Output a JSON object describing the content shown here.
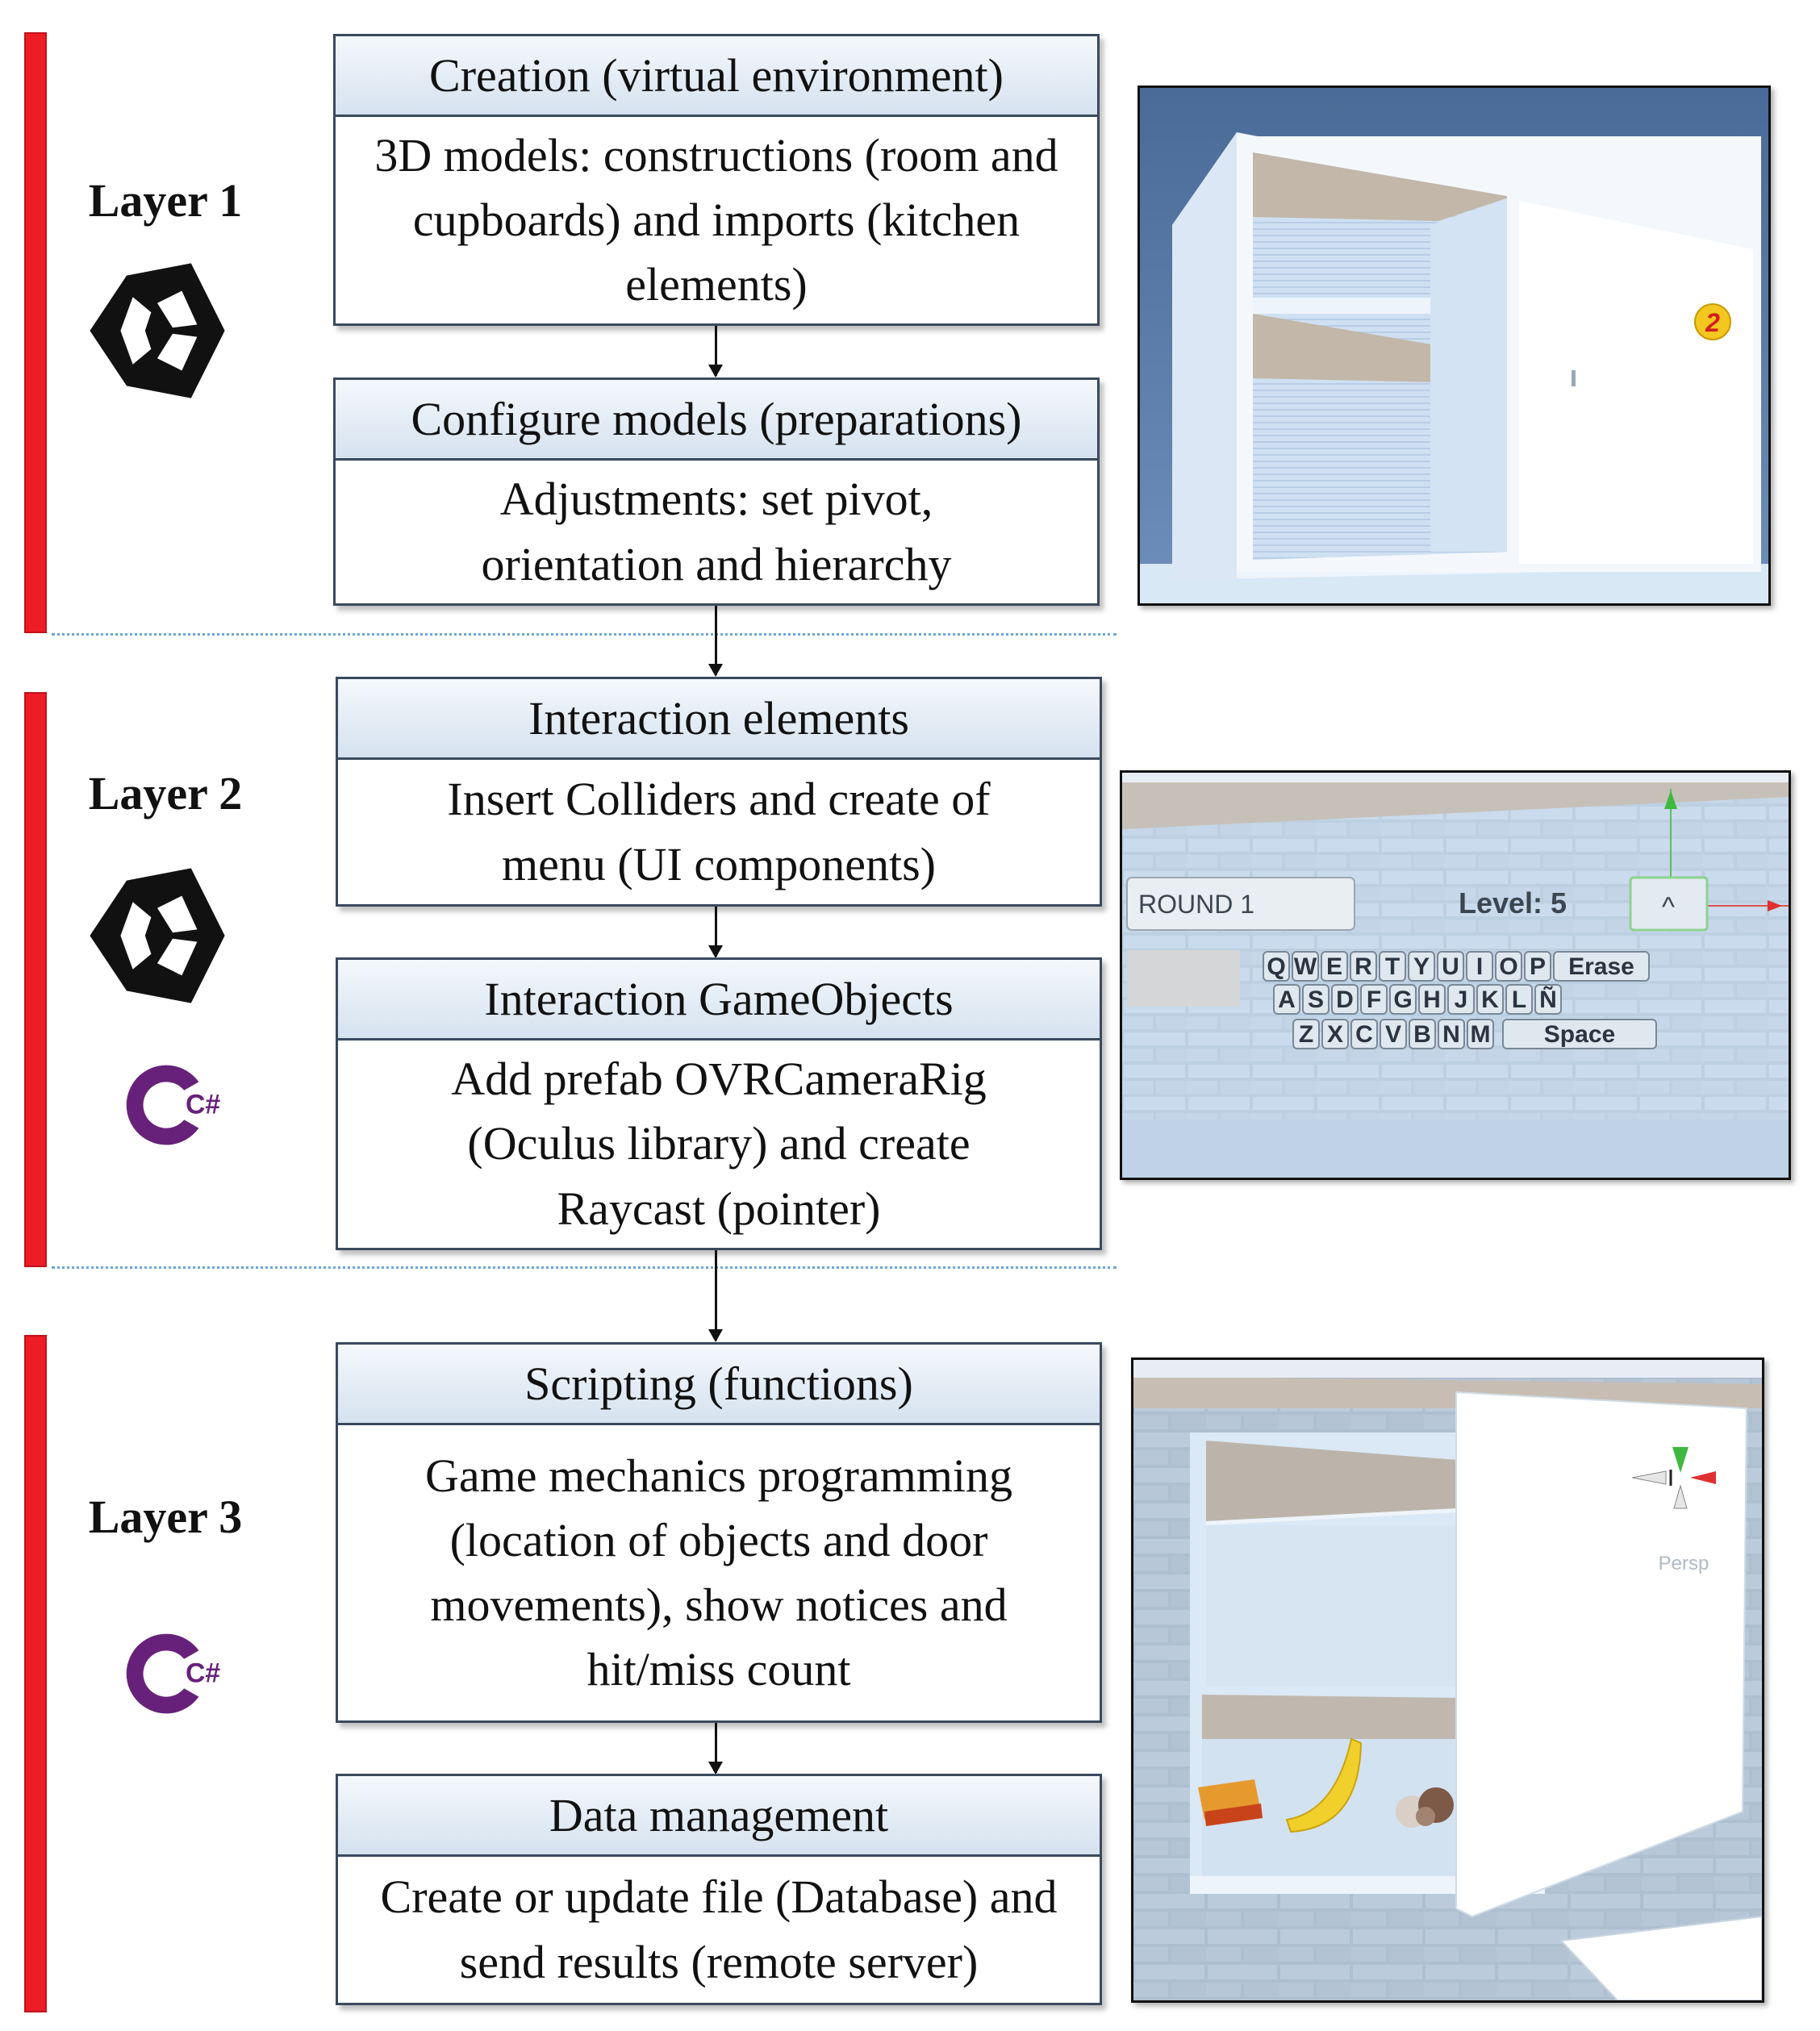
{
  "layers": [
    {
      "label": "Layer 1"
    },
    {
      "label": "Layer 2"
    },
    {
      "label": "Layer 3"
    }
  ],
  "boxes": [
    {
      "title": "Creation (virtual environment)",
      "body": "3D models: constructions (room and cupboards) and imports (kitchen elements)"
    },
    {
      "title": "Configure models (preparations)",
      "body": "Adjustments: set pivot, orientation and hierarchy"
    },
    {
      "title": "Interaction elements",
      "body": "Insert Colliders and create of menu (UI components)"
    },
    {
      "title": "Interaction GameObjects",
      "body": "Add prefab OVRCameraRig (Oculus library) and create Raycast (pointer)"
    },
    {
      "title": "Scripting (functions)",
      "body": "Game mechanics programming (location of objects and door movements), show notices and hit/miss count"
    },
    {
      "title": "Data management",
      "body": "Create or update file (Database) and send results (remote server)"
    }
  ],
  "icons": {
    "unity": "unity-logo-icon",
    "csharp": "csharp-logo-icon",
    "csharp_symbol": "C#"
  },
  "screenshot1": {
    "badge": "2"
  },
  "screenshot2": {
    "round_label": "ROUND 1",
    "level_label": "Level: 5",
    "up_button": "^",
    "keyboard_rows": [
      [
        "Q",
        "W",
        "E",
        "R",
        "T",
        "Y",
        "U",
        "I",
        "O",
        "P"
      ],
      [
        "A",
        "S",
        "D",
        "F",
        "G",
        "H",
        "J",
        "K",
        "L",
        "Ñ"
      ],
      [
        "Z",
        "X",
        "C",
        "V",
        "B",
        "N",
        "M"
      ]
    ],
    "erase_label": "Erase",
    "space_label": "Space"
  },
  "screenshot3": {
    "gizmo_axis": "y",
    "persp_label": "Persp"
  },
  "colors": {
    "layer_bar": "#ee1c24",
    "box_header": "#dce6f1",
    "box_border": "#3a4a5e",
    "csharp": "#68217a",
    "divider": "#6aa6d8"
  }
}
